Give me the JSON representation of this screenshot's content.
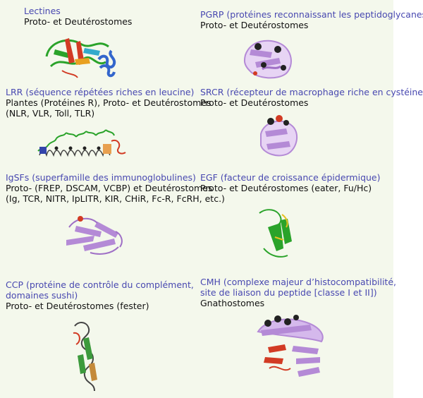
{
  "figure": {
    "colors": {
      "title": "#4848b0",
      "text": "#111111",
      "background": "#f4f8ec",
      "violet": "#b48ad6",
      "green": "#2aa32a",
      "red": "#d23b24",
      "blue": "#3366cc",
      "dark": "#222222"
    },
    "families": [
      {
        "id": "lectines",
        "title": [
          "Lectines"
        ],
        "desc": [
          "Proto- et Deutérostomes"
        ]
      },
      {
        "id": "pgrp",
        "title": [
          "PGRP (protéines reconnaissant les peptidoglycanes)"
        ],
        "desc": [
          "Proto- et Deutérostomes"
        ]
      },
      {
        "id": "lrr",
        "title": [
          "LRR (séquence répétées riches en  leucine)"
        ],
        "desc": [
          "Plantes (Protéines R), Proto- et Deutérostomes",
          "(NLR, VLR, Toll, TLR)"
        ]
      },
      {
        "id": "srcr",
        "title": [
          "SRCR (récepteur de macrophage riche en cystéine)"
        ],
        "desc": [
          "Proto- et Deutérostomes"
        ]
      },
      {
        "id": "igsf",
        "title": [
          "IgSFs (superfamille des immunoglobulines)"
        ],
        "desc": [
          "Proto- (FREP, DSCAM, VCBP) et Deutérostomes",
          "(Ig, TCR, NITR, IpLITR, KIR, CHiR, Fc-R, FcRH, etc.)"
        ]
      },
      {
        "id": "egf",
        "title": [
          "EGF (facteur de croissance épidermique)"
        ],
        "desc": [
          "Proto- et Deutérostomes (eater, Fu/Hc)"
        ]
      },
      {
        "id": "ccp",
        "title": [
          "CCP (protéine de contrôle du complément,",
          "domaines sushi)"
        ],
        "desc": [
          "Proto- et Deutérostomes (fester)"
        ]
      },
      {
        "id": "cmh",
        "title": [
          "CMH (complexe majeur d’histocompatibilité,",
          "site de liaison du peptide [classe I et II])"
        ],
        "desc": [
          "Gnathostomes"
        ]
      }
    ]
  }
}
